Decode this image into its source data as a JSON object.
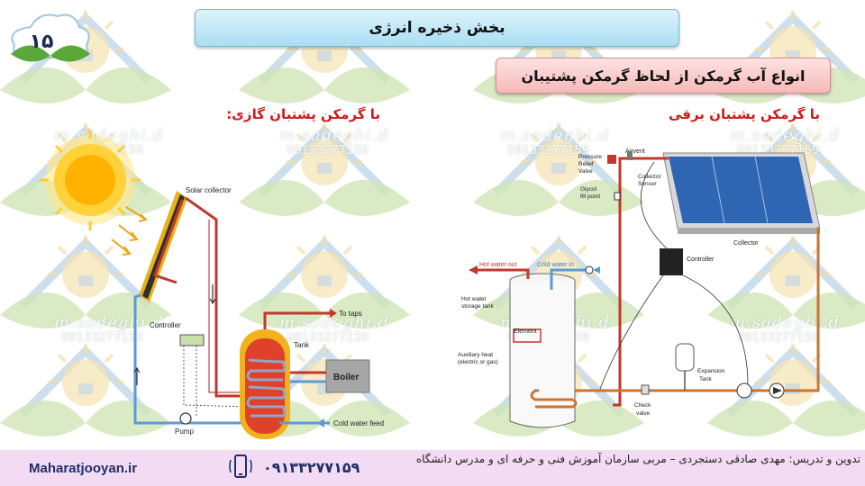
{
  "slide": {
    "number": "۱۵",
    "title": "بخش ذخیره انرژی",
    "subtitle": "انواع آب گرمکن از لحاظ گرمکن پشتیبان",
    "heading_left": "با گرمکن پشتبان گازی:",
    "heading_right": "با گرمکن پشتبان برقی"
  },
  "watermark": {
    "name": "m.sadeghi.d",
    "phone": "09133277159"
  },
  "left_diagram": {
    "solar_collector": "Solar collector",
    "controller": "Controller",
    "pump": "Pump",
    "tank": "Tank",
    "boiler": "Boiler",
    "to_taps": "To taps",
    "cold_water_feed": "Cold water feed"
  },
  "right_diagram": {
    "airvent": "Airvent",
    "pressure_relief_line1": "Pressure",
    "pressure_relief_line2": "Relief",
    "pressure_relief_line3": "Valve",
    "glycol_line1": "Glycol",
    "glycol_line2": "fill point",
    "collector_sensor_line1": "Collector",
    "collector_sensor_line2": "Sensor",
    "collector": "Collector",
    "controller": "Controller",
    "hot_water_out": "Hot water out",
    "cold_water_in": "Cold water in",
    "storage_tank_line1": "Hot water",
    "storage_tank_line2": "storage tank",
    "element": "Element",
    "aux_heat_line1": "Auxiliary heat",
    "aux_heat_line2": "(electric or gas)",
    "check_valve_line1": "Check",
    "check_valve_line2": "valve",
    "expansion_tank_line1": "Expansion",
    "expansion_tank_line2": "Tank"
  },
  "footer": {
    "website": "Maharatjooyan.ir",
    "phone": "۰۹۱۳۳۲۷۷۱۵۹",
    "credit": "تدوین و تدریس: مهدی صادقی دستجردی – مربی سازمان آموزش فنی و حرفه ای و مدرس دانشگاه"
  },
  "colors": {
    "hot_pipe": "#c0392b",
    "cold_pipe": "#5b9bd5",
    "copper_pipe": "#c87533",
    "title_bg": "#a9def3",
    "subtitle_bg": "#f6b9b9",
    "heading_red": "#d01818",
    "footer_bg": "#f3dcf3"
  }
}
